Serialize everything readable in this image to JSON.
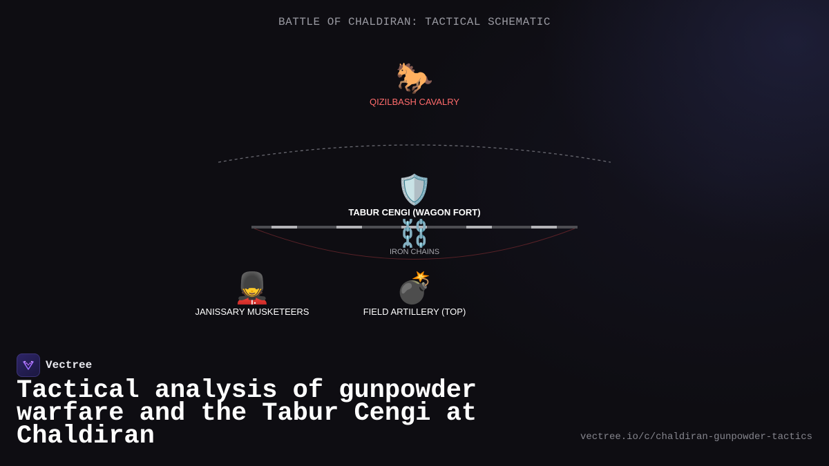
{
  "schematic": {
    "title": "BATTLE OF CHALDIRAN: TACTICAL SCHEMATIC",
    "units": {
      "cavalry": {
        "icon": "🐎",
        "icon_name": "horse-icon",
        "label": "QIZILBASH CAVALRY",
        "color": "#ff6b6b"
      },
      "fort": {
        "icon": "🛡️",
        "icon_name": "shield-icon",
        "label": "TABUR CENGI (WAGON FORT)",
        "color": "#ffffff"
      },
      "chains": {
        "icon": "⛓️",
        "icon_name": "chains-icon",
        "label": "IRON CHAINS",
        "color": "#a8a8ae"
      },
      "janissary": {
        "icon": "💂",
        "icon_name": "guard-icon",
        "label": "JANISSARY MUSKETEERS",
        "color": "#ffffff"
      },
      "artillery": {
        "icon": "💣",
        "icon_name": "bomb-icon",
        "label": "FIELD ARTILLERY (TOP)",
        "color": "#ffffff"
      }
    }
  },
  "brand": {
    "name": "Vectree",
    "icon_name": "vectree-logo-icon",
    "accent": "#8b5cf6"
  },
  "headline": "Tactical analysis of gunpowder warfare and the Tabur Cengi at Chaldiran",
  "source_url": "vectree.io/c/chaldiran-gunpowder-tactics"
}
